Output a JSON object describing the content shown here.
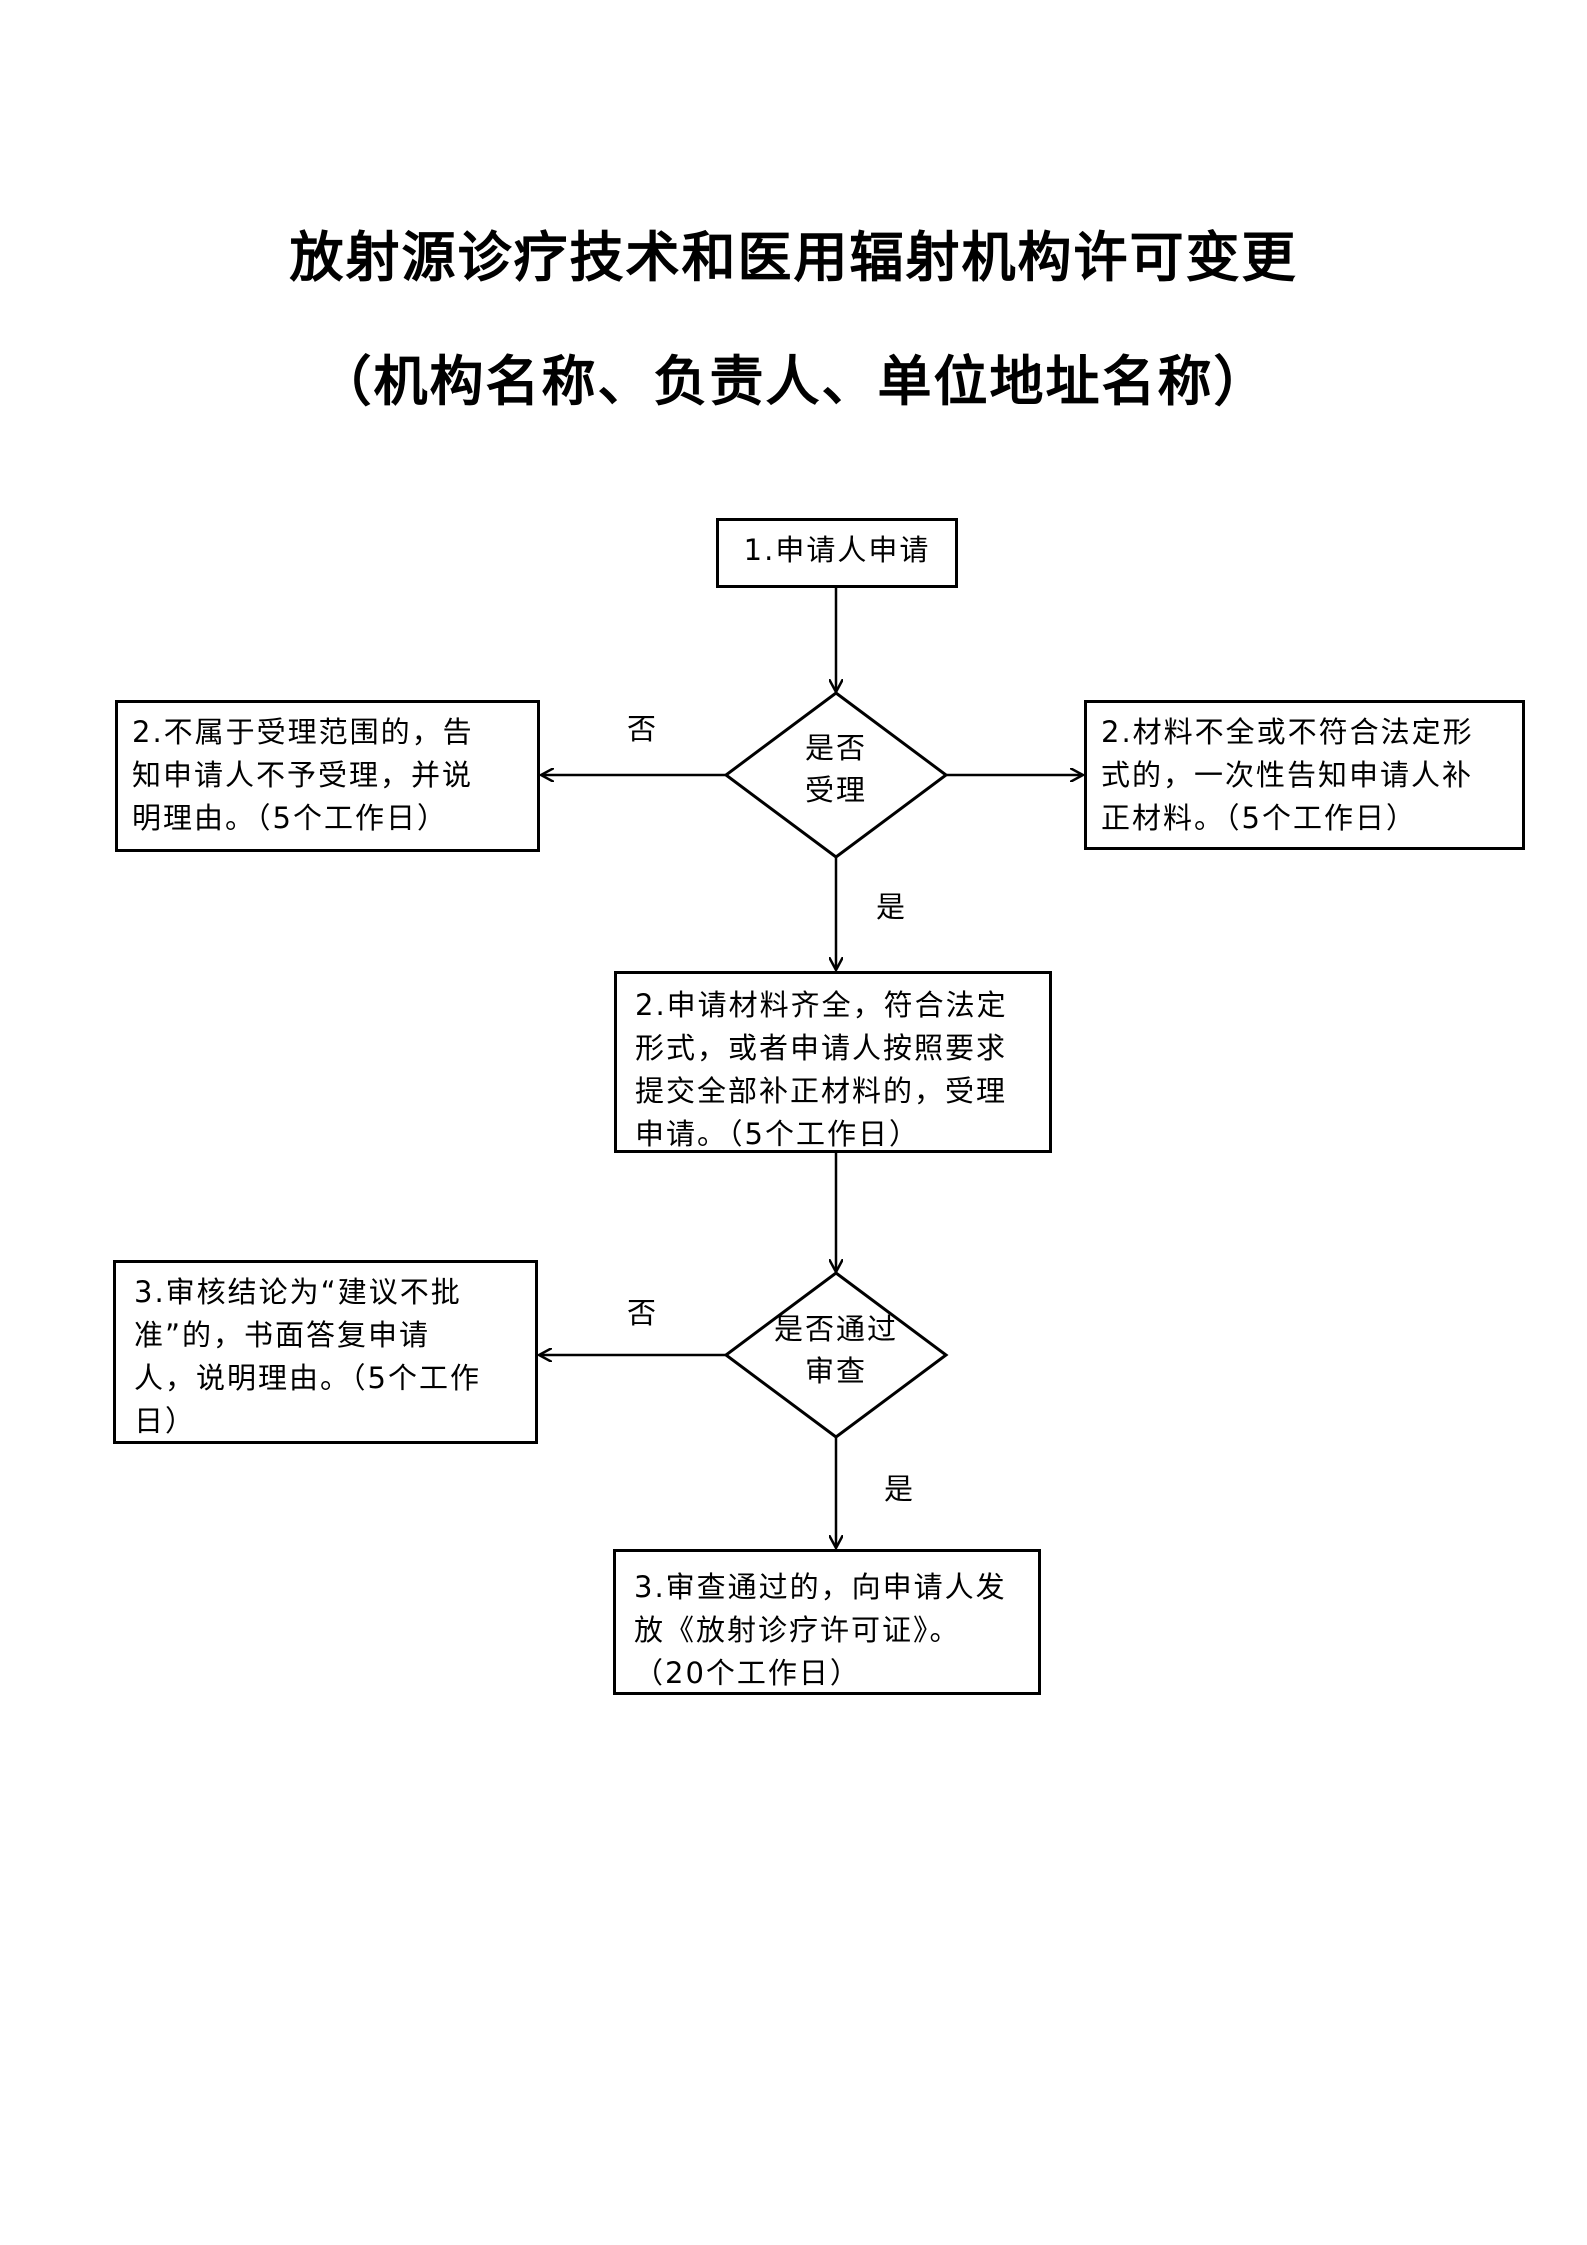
{
  "title": {
    "line1": "放射源诊疗技术和医用辐射机构许可变更",
    "line2": "（机构名称、负责人、单位地址名称）"
  },
  "nodes": {
    "start": {
      "lines": [
        "1.申请人申请"
      ]
    },
    "decision1": {
      "lines": [
        "是否",
        "受理"
      ]
    },
    "reject1": {
      "lines": [
        "2.不属于受理范围的，告",
        "知申请人不予受理，并说",
        "明理由。（5个工作日）"
      ]
    },
    "supplement": {
      "lines": [
        "2.材料不全或不符合法定形",
        "式的，一次性告知申请人补",
        "正材料。（5个工作日）"
      ]
    },
    "accept": {
      "lines": [
        "2.申请材料齐全，符合法定",
        "形式，或者申请人按照要求",
        "提交全部补正材料的，受理",
        "申请。（5个工作日）"
      ]
    },
    "decision2": {
      "lines": [
        "是否通过",
        "审查"
      ]
    },
    "reject2": {
      "lines": [
        "3.审核结论为“建议不批",
        "准”的，书面答复申请",
        "人，说明理由。（5个工作",
        "日）"
      ]
    },
    "pass": {
      "lines": [
        "3.审查通过的，向申请人发",
        "放《放射诊疗许可证》。",
        "（20个工作日）"
      ]
    }
  },
  "edges": {
    "d1_no": "否",
    "d1_yes": "是",
    "d2_no": "否",
    "d2_yes": "是"
  }
}
